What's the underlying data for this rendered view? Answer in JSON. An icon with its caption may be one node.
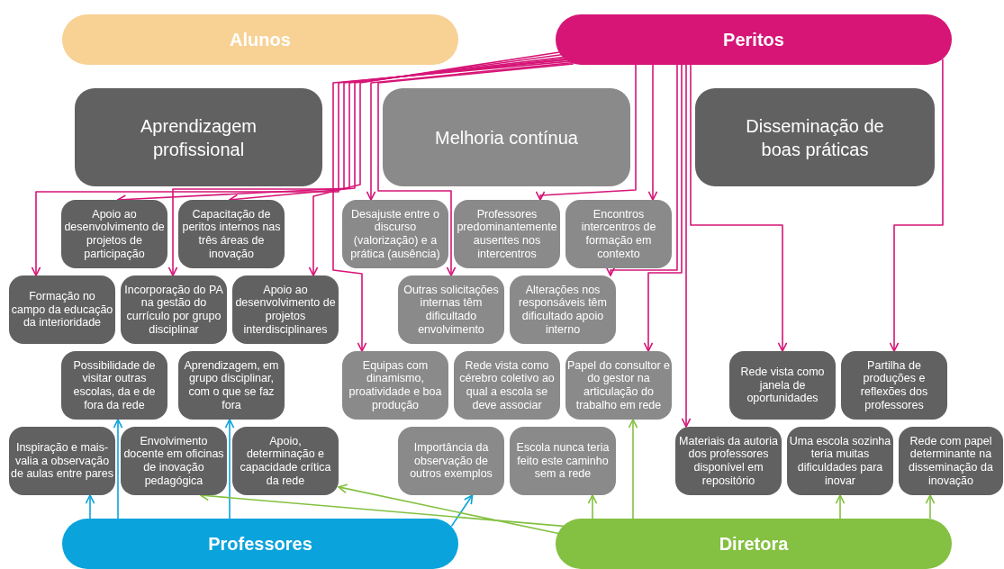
{
  "diagram": {
    "nodes": [
      {
        "text": [
          "Alunos"
        ]
      },
      {
        "text": [
          "Peritos"
        ]
      },
      {
        "text": [
          "Aprendizagem profissional"
        ]
      },
      {
        "text": [
          "Melhoria contínua"
        ]
      },
      {
        "text": [
          "Disseminação de boas práticas"
        ]
      },
      {
        "text": [
          "Apoio ao desenvolvimento de projetos de participação"
        ]
      },
      {
        "text": [
          "Capacitação de peritos internos nas três áreas de inovação"
        ]
      },
      {
        "text": [
          "Desajuste entre o discurso (valorização) e a prática (ausência)"
        ]
      },
      {
        "text": [
          "Professores predominantemente ausentes nos intercentros"
        ]
      },
      {
        "text": [
          "Encontros intercentros de formação em contexto"
        ]
      },
      {
        "text": [
          "Formação no campo da educação da interioridade"
        ]
      },
      {
        "text": [
          "Incorporação do PA na gestão do currículo por grupo disciplinar"
        ]
      },
      {
        "text": [
          "Apoio ao desenvolvimento de projetos interdisciplinares"
        ]
      },
      {
        "text": [
          "Outras solicitações internas têm dificultado envolvimento"
        ]
      },
      {
        "text": [
          "Alterações nos responsáveis têm dificultado apoio interno"
        ]
      },
      {
        "text": [
          "Possibilidade de visitar outras escolas, da e de fora da rede"
        ]
      },
      {
        "text": [
          "Aprendizagem, em grupo disciplinar, com o que se faz fora"
        ]
      },
      {
        "text": [
          "Equipas com dinamismo, proatividade e boa produção"
        ]
      },
      {
        "text": [
          "Rede vista como cérebro coletivo ao qual a escola se deve associar"
        ]
      },
      {
        "text": [
          "Papel do consultor e do gestor na articulação do trabalho em rede"
        ]
      },
      {
        "text": [
          "Rede vista como janela de oportunidades"
        ]
      },
      {
        "text": [
          "Partilha de produções e reflexões dos professores"
        ]
      },
      {
        "text": [
          "Inspiração e mais-valia a observação de aulas entre pares"
        ]
      },
      {
        "text": [
          "Envolvimento docente em oficinas de inovação pedagógica"
        ]
      },
      {
        "text": [
          "Apoio, determinação e capacidade crítica da rede"
        ]
      },
      {
        "text": [
          "Importância da observação de outros exemplos"
        ]
      },
      {
        "text": [
          "Escola nunca teria feito este caminho sem a rede"
        ]
      },
      {
        "text": [
          "Materiais da autoria dos professores disponível em repositório"
        ]
      },
      {
        "text": [
          "Uma escola sozinha teria muitas dificuldades para inovar"
        ]
      },
      {
        "text": [
          "Rede com papel determinante na disseminação da inovação"
        ]
      },
      {
        "text": [
          "Professores"
        ]
      },
      {
        "text": [
          "Diretora"
        ]
      }
    ],
    "edges": [
      {
        "from": 1,
        "to": 5,
        "arrow": "to"
      },
      {
        "from": 1,
        "to": 6,
        "arrow": "to"
      },
      {
        "from": 1,
        "to": 12,
        "arrow": "to"
      },
      {
        "from": 1,
        "to": 10,
        "arrow": "to"
      },
      {
        "from": 1,
        "to": 11,
        "arrow": "to"
      },
      {
        "from": 1,
        "to": 7,
        "arrow": "to"
      },
      {
        "from": 1,
        "to": 8,
        "arrow": "to"
      },
      {
        "from": 1,
        "to": 13,
        "arrow": "to"
      },
      {
        "from": 1,
        "to": 17,
        "arrow": "to"
      },
      {
        "from": 1,
        "to": 19,
        "arrow": "to"
      },
      {
        "from": 1,
        "to": 14,
        "arrow": "to"
      },
      {
        "from": 1,
        "to": 9,
        "arrow": "to"
      },
      {
        "from": 1,
        "to": 27,
        "arrow": "to"
      },
      {
        "from": 1,
        "to": 20,
        "arrow": "to"
      },
      {
        "from": 1,
        "to": 21,
        "arrow": "to"
      },
      {
        "from": 30,
        "to": 22,
        "arrow": "to",
        "color": "#0aa3dc"
      },
      {
        "from": 30,
        "to": 15,
        "arrow": "to",
        "color": "#0aa3dc"
      },
      {
        "from": 30,
        "to": 16,
        "arrow": "to",
        "color": "#0aa3dc"
      },
      {
        "from": 30,
        "to": 25,
        "arrow": "to",
        "color": "#0aa3dc"
      },
      {
        "from": 31,
        "to": 23,
        "arrow": "to",
        "color": "#84c041"
      },
      {
        "from": 31,
        "to": 24,
        "arrow": "to",
        "color": "#84c041"
      },
      {
        "from": 31,
        "to": 26,
        "arrow": "to",
        "color": "#84c041"
      },
      {
        "from": 31,
        "to": 19,
        "arrow": "to",
        "color": "#84c041"
      },
      {
        "from": 31,
        "to": 28,
        "arrow": "to",
        "color": "#84c041"
      },
      {
        "from": 31,
        "to": 29,
        "arrow": "to",
        "color": "#84c041"
      }
    ]
  }
}
